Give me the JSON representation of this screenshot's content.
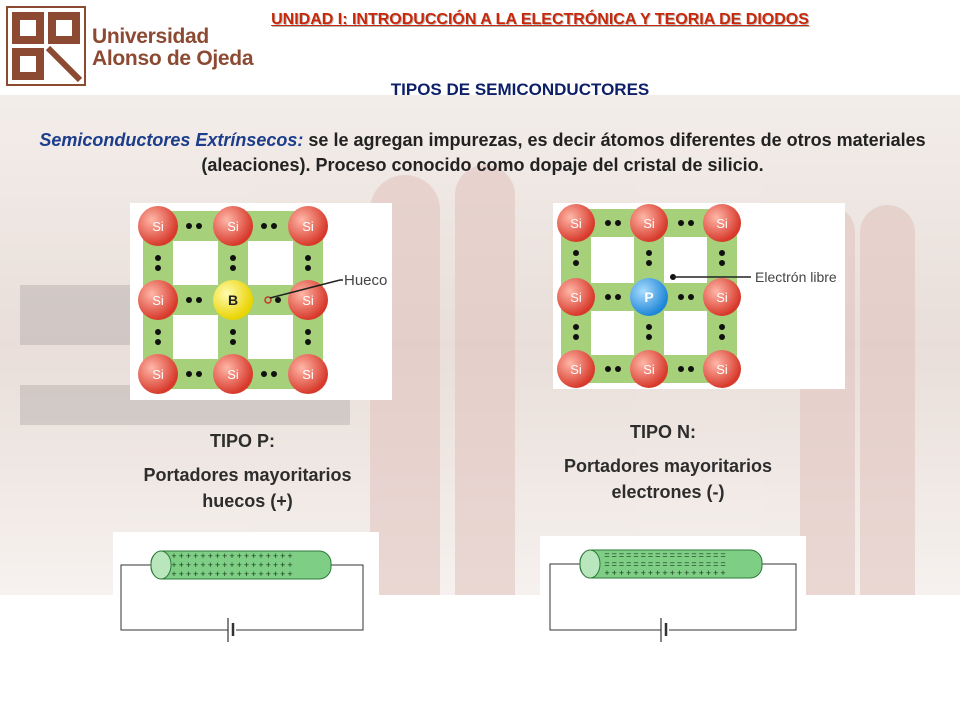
{
  "header": {
    "title": "UNIDAD I: INTRODUCCIÓN A LA ELECTRÓNICA Y TEORIA DE DIODOS"
  },
  "logo": {
    "line1": "Universidad",
    "line2": "Alonso de Ojeda"
  },
  "slide": {
    "subtitle": "TIPOS DE SEMICONDUCTORES",
    "intro_term": "Semiconductores Extrínsecos:",
    "intro_text": " se le agregan impurezas, es decir átomos diferentes de otros materiales (aleaciones). Proceso conocido como dopaje del cristal de silicio."
  },
  "type_p": {
    "title": "TIPO P:",
    "desc1": "Portadores mayoritarios",
    "desc2": "huecos (+)",
    "atom_label": "Si",
    "impurity_label": "B",
    "callout": "Hueco"
  },
  "type_n": {
    "title": "TIPO N:",
    "desc1": "Portadores mayoritarios",
    "desc2": "electrones (-)",
    "atom_label": "Si",
    "impurity_label": "P",
    "callout": "Electrón libre"
  },
  "colors": {
    "header_red": "#c8270a",
    "subtitle_blue": "#0d1f66",
    "term_blue": "#1c3c8c",
    "atom_red": "#e84c3d",
    "bond_green": "#a6d07a",
    "boron_yellow": "#f4e21b",
    "phosphorus_blue": "#2e9be6"
  }
}
